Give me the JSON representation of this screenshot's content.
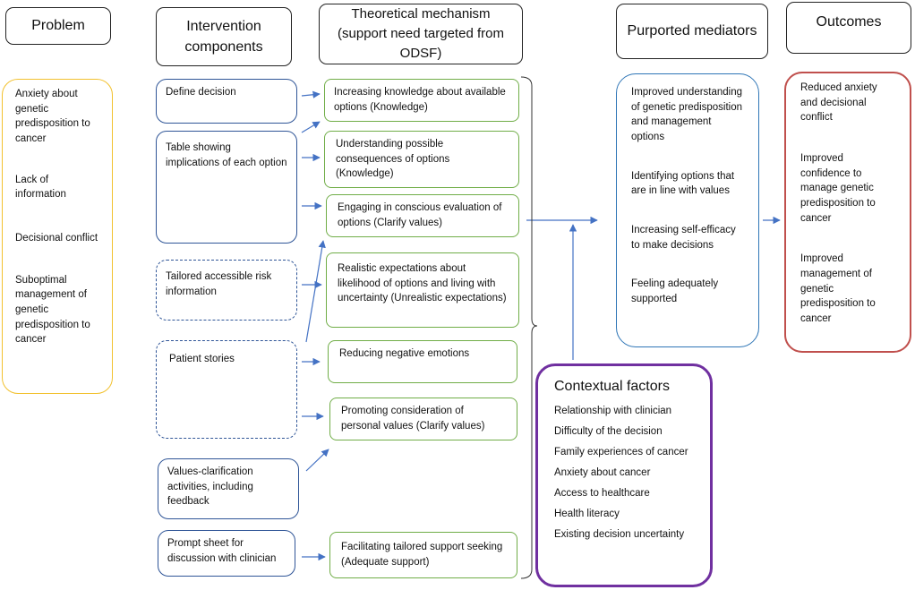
{
  "headers": {
    "problem": "Problem",
    "intervention": "Intervention components",
    "mechanism": "Theoretical mechanism (support need targeted from ODSF)",
    "mediators": "Purported mediators",
    "outcomes": "Outcomes"
  },
  "problems": [
    "Anxiety about genetic predisposition to cancer",
    "Lack of information",
    "Decisional conflict",
    "Suboptimal management of genetic predisposition to cancer"
  ],
  "components": [
    {
      "label": "Define decision",
      "style": "solid"
    },
    {
      "label": "Table showing implications of each option",
      "style": "solid"
    },
    {
      "label": "Tailored accessible risk information",
      "style": "dashed"
    },
    {
      "label": "Patient stories",
      "style": "dashed"
    },
    {
      "label": "Values-clarification activities, including feedback",
      "style": "solid"
    },
    {
      "label": "Prompt sheet for discussion with clinician",
      "style": "solid"
    }
  ],
  "mechanisms": [
    "Increasing knowledge about available options (Knowledge)",
    "Understanding possible consequences of options (Knowledge)",
    "Engaging in conscious evaluation of options (Clarify values)",
    "Realistic expectations about likelihood of options and living with uncertainty (Unrealistic expectations)",
    "Reducing negative emotions",
    "Promoting consideration of personal values (Clarify values)",
    "Facilitating tailored support seeking (Adequate support)"
  ],
  "mediators": [
    "Improved understanding of genetic predisposition and management options",
    "Identifying options that are in line with values",
    "Increasing self-efficacy to make decisions",
    "Feeling adequately supported"
  ],
  "outcomes": [
    "Reduced anxiety and decisional conflict",
    "Improved confidence to manage genetic predisposition to cancer",
    "Improved management of genetic predisposition to cancer"
  ],
  "contextual": {
    "title": "Contextual factors",
    "items": [
      "Relationship with clinician",
      "Difficulty of the decision",
      "Family experiences of cancer",
      "Anxiety about cancer",
      "Access to healthcare",
      "Health literacy",
      "Existing decision uncertainty"
    ]
  },
  "colors": {
    "arrow": "#4472c4",
    "component_border": "#2f5597",
    "mechanism_border": "#70ad47",
    "problem_border": "#f2c12e",
    "mediator_border": "#2e75b6",
    "outcome_border": "#c0504d",
    "context_border": "#7030a0"
  }
}
